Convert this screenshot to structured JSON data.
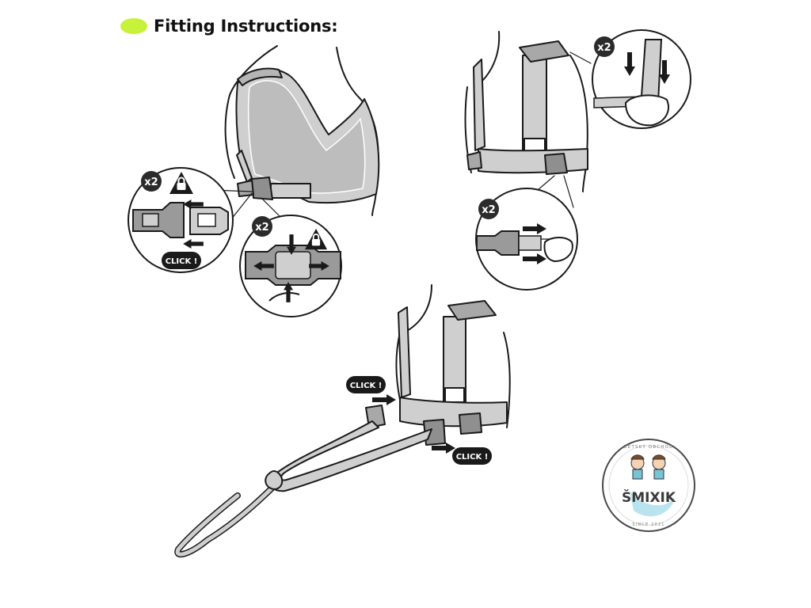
{
  "heading": {
    "title": "Fitting Instructions:",
    "dot_color": "#c6f23a"
  },
  "labels": {
    "repeat": "x2",
    "click": "CLICK !"
  },
  "logo": {
    "brand": "ŠMIXIK",
    "top_arc": "DĚTSKÝ OBCHOD",
    "bottom_arc": "SINCE 2021"
  },
  "icons": {
    "warning": "warning-lock-icon",
    "arrow": "arrow-icon"
  },
  "colors": {
    "strap_fill": "#cfcfcf",
    "line": "#1a1a1a",
    "badge": "#2b2b2b"
  }
}
